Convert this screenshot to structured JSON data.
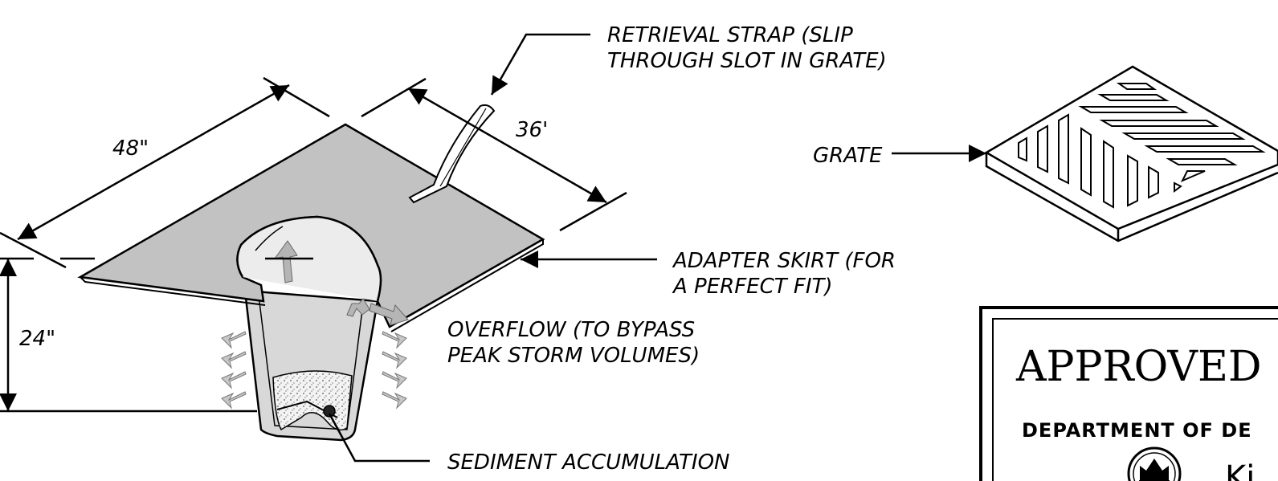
{
  "labels": {
    "strap_line1": "RETRIEVAL STRAP (SLIP",
    "strap_line2": "THROUGH SLOT IN GRATE)",
    "grate": "GRATE",
    "skirt_line1": "ADAPTER SKIRT (FOR",
    "skirt_line2": "A PERFECT FIT)",
    "overflow_line1": "OVERFLOW (TO BYPASS",
    "overflow_line2": "PEAK STORM VOLUMES)",
    "sediment": "SEDIMENT ACCUMULATION"
  },
  "dimensions": {
    "length": "48\"",
    "width": "36'",
    "depth": "24\""
  },
  "approval_block": {
    "title": "APPROVED",
    "department": "DEPARTMENT OF DE",
    "org_partial": "Ki"
  },
  "icons": {
    "seal": "county-seal-icon",
    "arrows": "arrowhead-icon"
  },
  "colors": {
    "line": "#000000",
    "skirt_fill": "#c2c2c2",
    "bag_fill": "#d8d8d8",
    "sediment_fill": "#f2f2f2",
    "flow_arrow": "#b5b5b5"
  }
}
